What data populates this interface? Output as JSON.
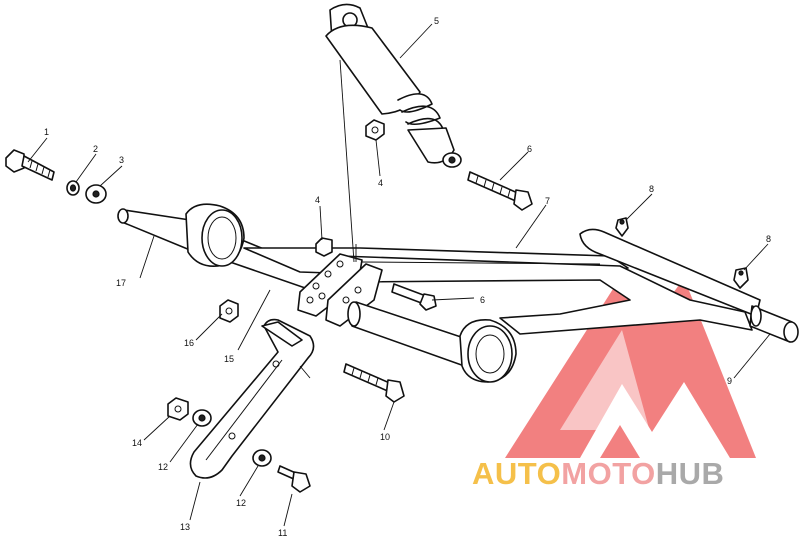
{
  "callouts": {
    "c1": "1",
    "c2": "2",
    "c3": "3",
    "c4a": "4",
    "c4b": "4",
    "c5": "5",
    "c6a": "6",
    "c6b": "6",
    "c7": "7",
    "c8a": "8",
    "c8b": "8",
    "c9": "9",
    "c10": "10",
    "c11": "11",
    "c12a": "12",
    "c12b": "12",
    "c13": "13",
    "c14": "14",
    "c15": "15",
    "c16": "16",
    "c17": "17"
  },
  "watermark": {
    "part1": "AUTO",
    "part2": "MOTO",
    "part3": "HUB",
    "colors": {
      "auto": "#f5c04a",
      "moto": "#f2a2a2",
      "hub": "#a9a9a9",
      "logo": "#f06a6a"
    }
  }
}
